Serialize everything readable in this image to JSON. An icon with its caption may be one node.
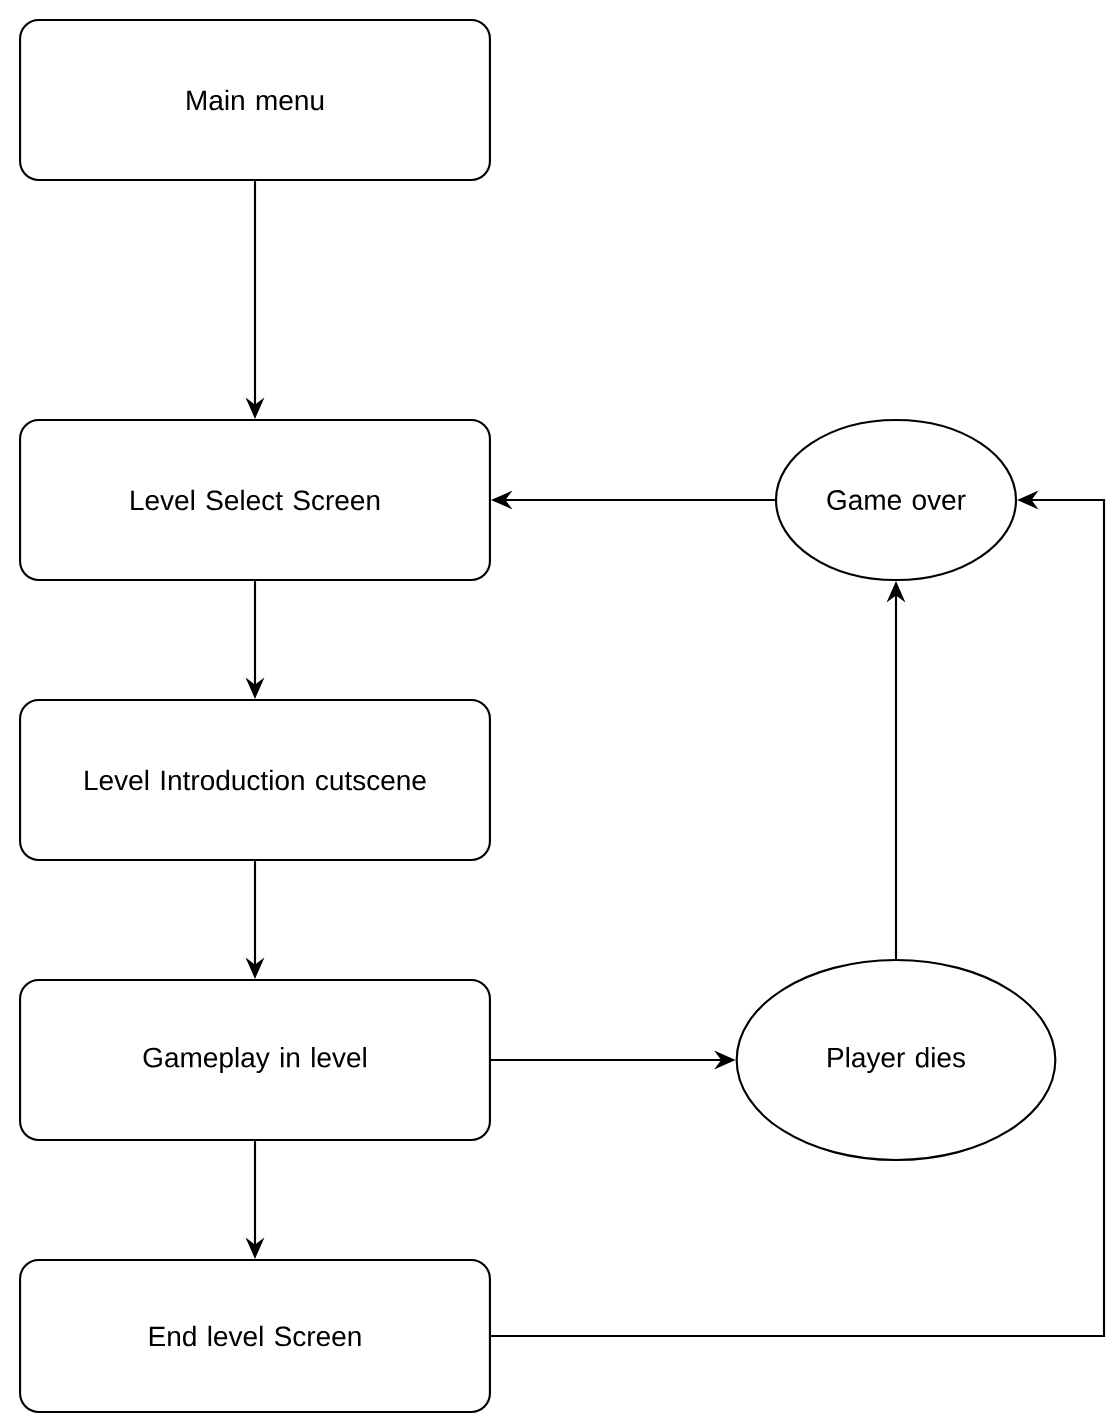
{
  "diagram": {
    "nodes": [
      {
        "text": [
          "Main menu"
        ]
      },
      {
        "text": [
          "Level Select Screen"
        ]
      },
      {
        "text": [
          "Level Introduction cutscene"
        ]
      },
      {
        "text": [
          "Gameplay in level"
        ]
      },
      {
        "text": [
          "End level Screen"
        ]
      },
      {
        "text": [
          "Game over"
        ]
      },
      {
        "text": [
          "Player dies"
        ]
      }
    ],
    "edges": [
      {
        "from": 0,
        "to": 1,
        "arrow": "to"
      },
      {
        "from": 1,
        "to": 2,
        "arrow": "to"
      },
      {
        "from": 2,
        "to": 3,
        "arrow": "to"
      },
      {
        "from": 3,
        "to": 4,
        "arrow": "to"
      },
      {
        "from": 3,
        "to": 6,
        "arrow": "to"
      },
      {
        "from": 6,
        "to": 5,
        "arrow": "to"
      },
      {
        "from": 5,
        "to": 1,
        "arrow": "to"
      },
      {
        "from": 4,
        "to": 5,
        "arrow": "to"
      }
    ]
  }
}
